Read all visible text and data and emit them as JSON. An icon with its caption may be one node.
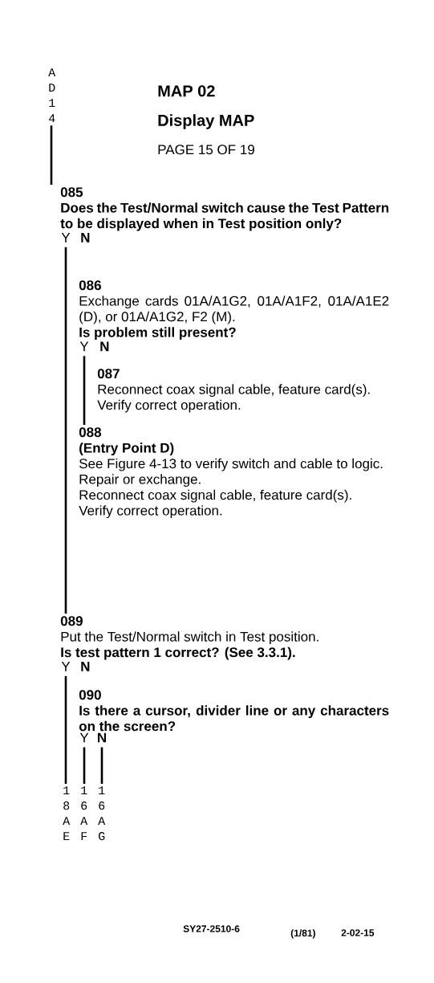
{
  "diagram": {
    "nodes": [
      {
        "text": [
          "A D 1 4"
        ]
      },
      {
        "text": [
          "085",
          "Does the Test/Normal switch cause the Test Pattern to be displayed when in Test position only?"
        ]
      },
      {
        "text": [
          "086",
          "Exchange cards 01A/A1G2, 01A/A1F2, 01A/A1E2 (D), or 01A/A1G2, F2 (M).",
          "Is problem still present?"
        ]
      },
      {
        "text": [
          "087",
          "Reconnect coax signal cable, feature card(s).",
          "Verify correct operation."
        ]
      },
      {
        "text": [
          "088",
          "(Entry Point D)",
          "See Figure 4-13 to verify switch and cable to logic.",
          "Repair or exchange.",
          "Reconnect coax signal cable, feature card(s).",
          "Verify correct operation."
        ]
      },
      {
        "text": [
          "089",
          "Put the Test/Normal switch in Test position.",
          "Is test pattern 1 correct? (See 3.3.1)."
        ]
      },
      {
        "text": [
          "090",
          "Is there a cursor, divider line or any characters on the screen?"
        ]
      },
      {
        "text": [
          "1 8 A E"
        ]
      },
      {
        "text": [
          "1 6 A F"
        ]
      },
      {
        "text": [
          "1 6 A G"
        ]
      }
    ],
    "edges": [
      {
        "from": 0,
        "to": 1,
        "arrow": "none"
      },
      {
        "from": 1,
        "to": 5,
        "arrow": "none",
        "label": "Y"
      },
      {
        "from": 2,
        "to": 4,
        "arrow": "none",
        "label": "Y"
      },
      {
        "from": 5,
        "to": 7,
        "arrow": "none",
        "label": "Y"
      },
      {
        "from": 6,
        "to": 8,
        "arrow": "none",
        "label": "Y"
      },
      {
        "from": 6,
        "to": 9,
        "arrow": "none",
        "label": "N"
      }
    ],
    "labels": [
      "MAP 02",
      "Display MAP",
      "PAGE 15 OF 19",
      "N",
      "N",
      "N",
      "SY27-2510-6",
      "(1/81)",
      "2-02-15"
    ]
  }
}
